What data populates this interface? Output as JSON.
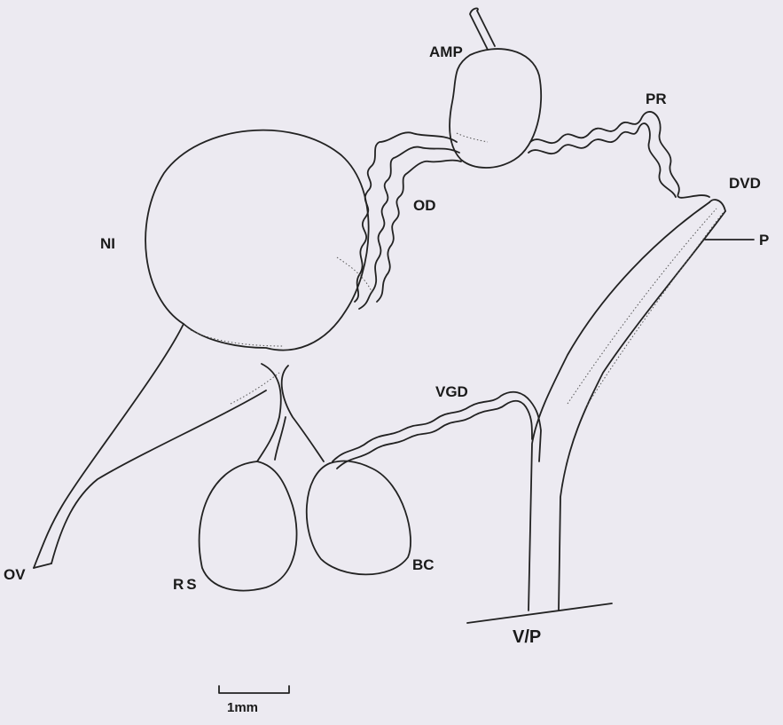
{
  "labels": {
    "amp": "AMP",
    "pr": "PR",
    "dvd": "DVD",
    "p": "P",
    "od": "OD",
    "ni": "NI",
    "vgd": "VGD",
    "ov": "OV",
    "rs": "RS",
    "bc": "BC",
    "vp": "V/P"
  },
  "scale_bar": {
    "label": "1mm"
  },
  "colors": {
    "background": "#eceaf1",
    "ink": "#222222"
  }
}
